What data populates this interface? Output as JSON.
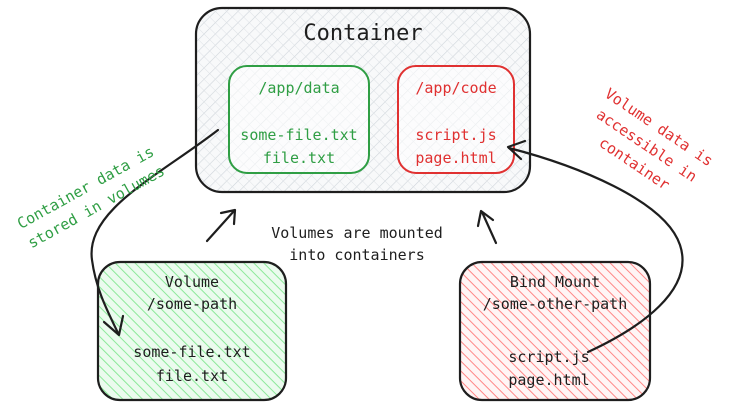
{
  "colors": {
    "ink": "#1e1e1e",
    "green": "#2f9e44",
    "red": "#e03131",
    "container_fill": "#e9ecef",
    "volume_fill": "#b2f2bb",
    "bind_fill": "#ffc9c9"
  },
  "container": {
    "title": "Container",
    "data_dir": {
      "path": "/app/data",
      "files": [
        "some-file.txt",
        "file.txt"
      ]
    },
    "code_dir": {
      "path": "/app/code",
      "files": [
        "script.js",
        "page.html"
      ]
    }
  },
  "volume": {
    "title": "Volume",
    "path": "/some-path",
    "files": [
      "some-file.txt",
      "file.txt"
    ]
  },
  "bind_mount": {
    "title": "Bind Mount",
    "path": "/some-other-path",
    "files": [
      "script.js",
      "page.html"
    ]
  },
  "annotations": {
    "mounted": [
      "Volumes are mounted",
      "into containers"
    ],
    "stored": [
      "Container data is",
      "stored in volumes"
    ],
    "accessible": [
      "Volume data is",
      "accessible in",
      "container"
    ]
  }
}
